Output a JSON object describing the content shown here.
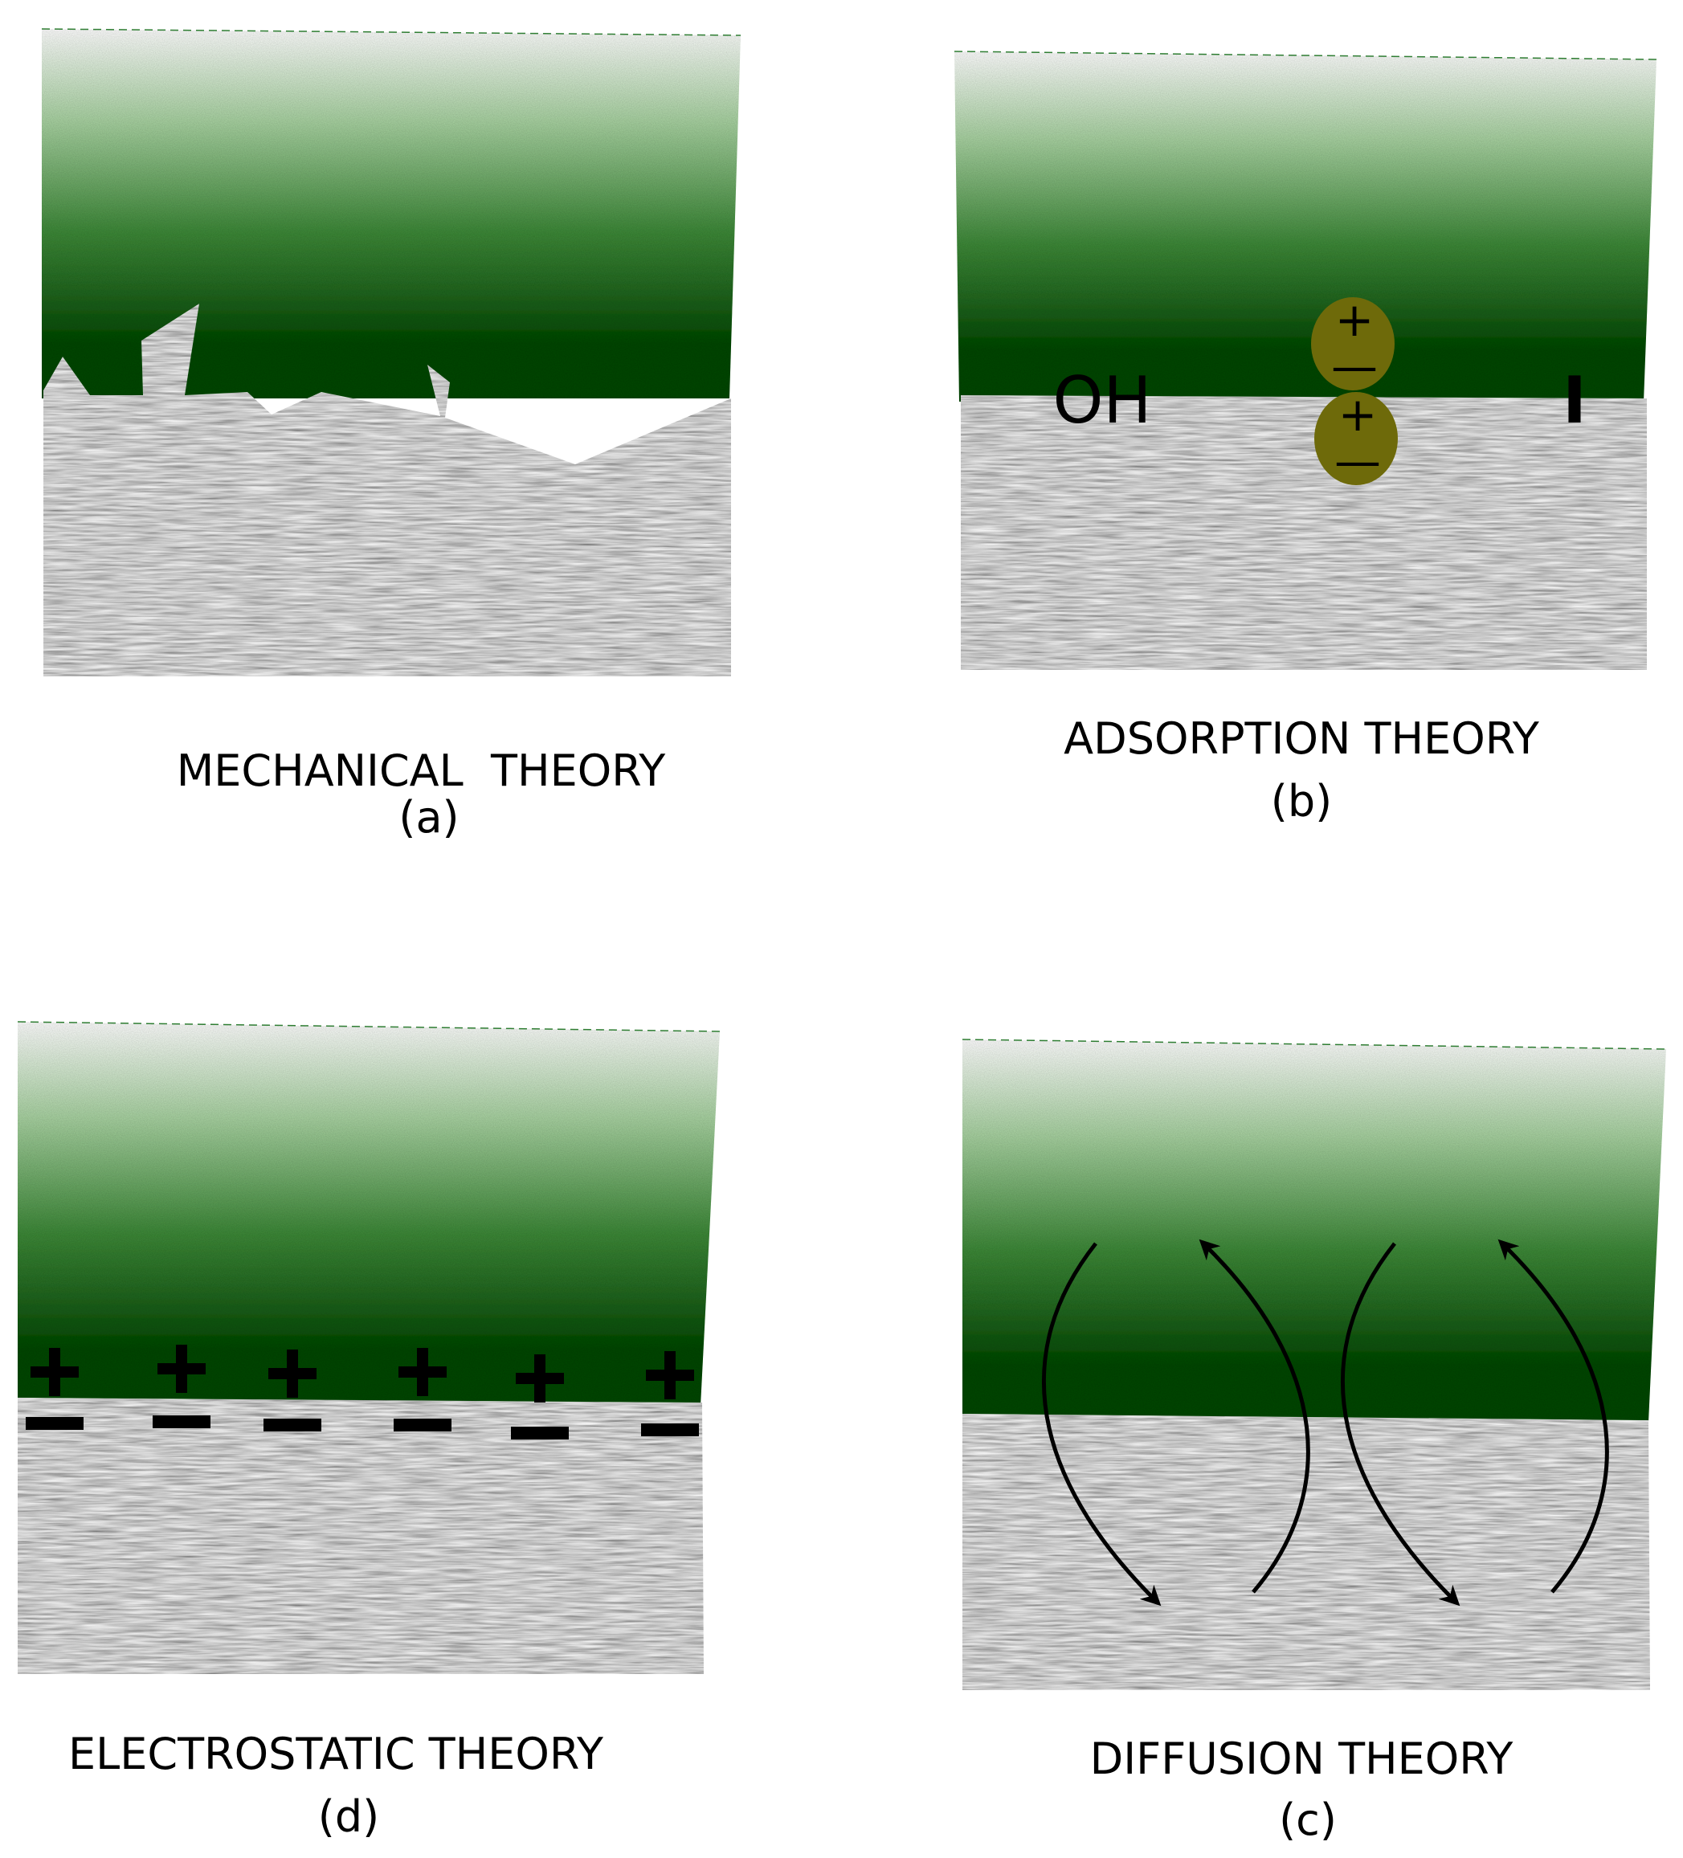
{
  "colors": {
    "adhesive_dark": "#0c4a0c",
    "adhesive_light": "#ffffff",
    "substrate_gray": "#7a7a7a",
    "dipole_fill": "#6e6a0a",
    "ink": "#000000"
  },
  "panels": {
    "mechanical": {
      "title": "MECHANICAL  THEORY",
      "tag": "(a)"
    },
    "adsorption": {
      "title": "ADSORPTION THEORY",
      "tag": "(b)",
      "left_group": "OH",
      "right_mark": "I",
      "dipole_top_plus": "+",
      "dipole_top_minus": "—",
      "dipole_bottom_plus": "+",
      "dipole_bottom_minus": "—"
    },
    "electrostatic": {
      "title": "ELECTROSTATIC THEORY",
      "tag": "(d)",
      "charge_pairs": 6
    },
    "diffusion": {
      "title": "DIFFUSION THEORY",
      "tag": "(c)",
      "arrow_pairs": 2
    }
  }
}
